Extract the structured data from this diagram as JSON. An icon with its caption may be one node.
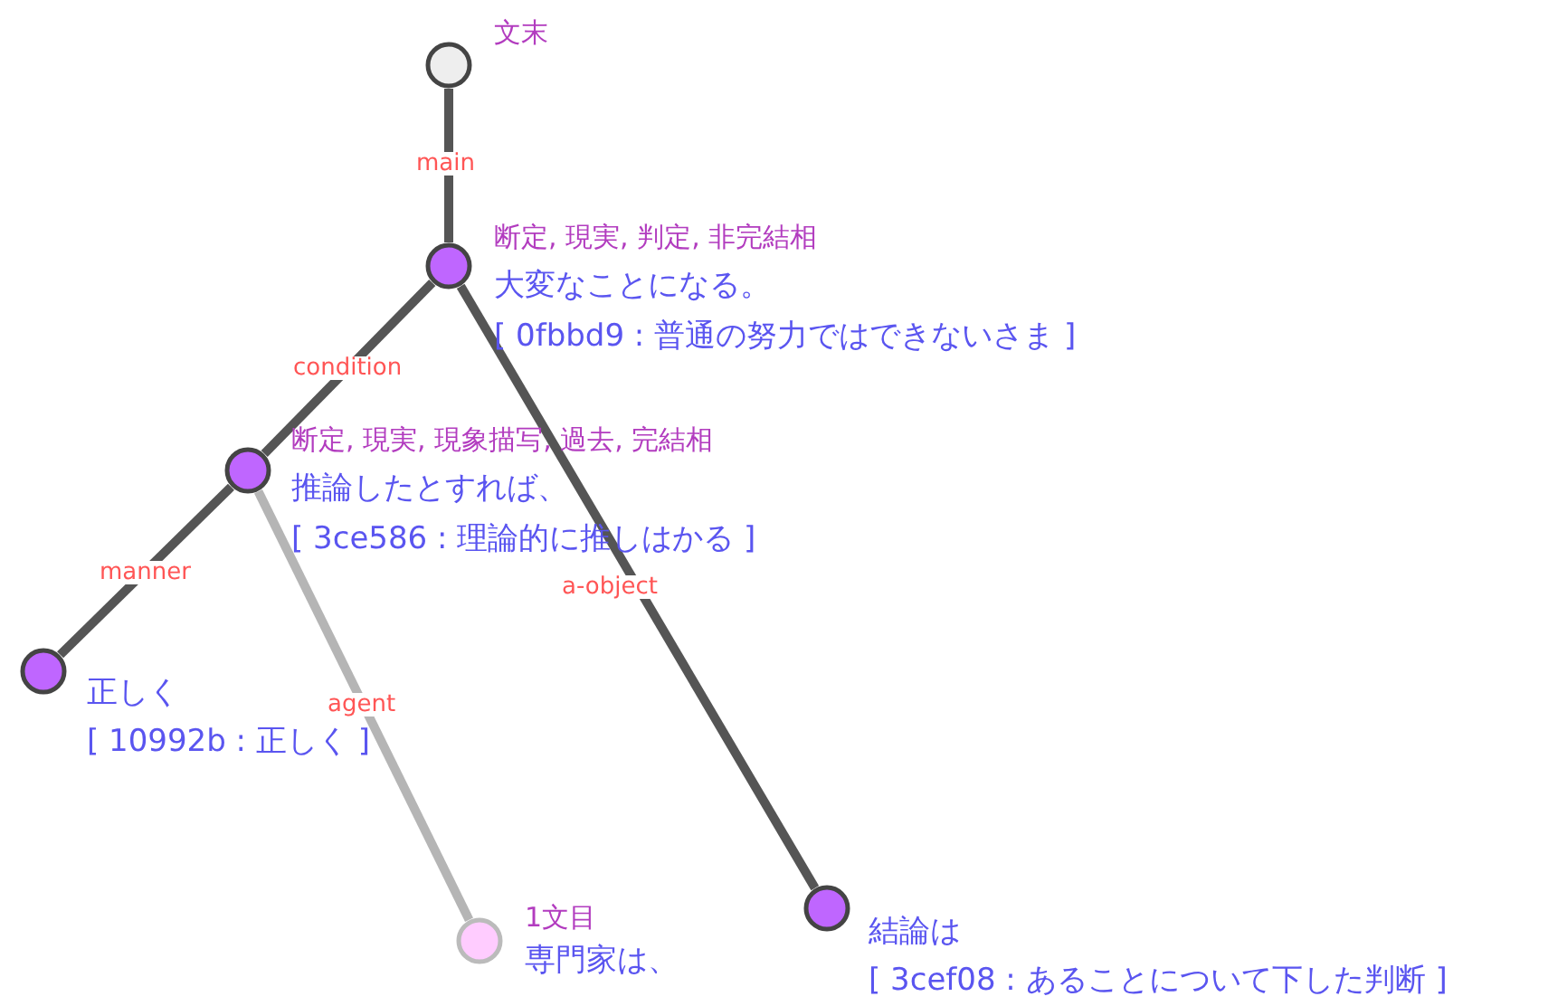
{
  "diagram": {
    "nodes": [
      {
        "text": [],
        "shape": "circle",
        "beside": [
          "文末"
        ]
      },
      {
        "text": [],
        "shape": "circle",
        "beside": [
          "断定, 現実, 判定, 非完結相",
          "大変なことになる。",
          "[ 0fbbd9 : 普通の努力ではできないさま ]"
        ]
      },
      {
        "text": [],
        "shape": "circle",
        "beside": [
          "断定, 現実, 現象描写, 過去, 完結相",
          "推論したとすれば、",
          "[ 3ce586 : 理論的に推しはかる ]"
        ]
      },
      {
        "text": [],
        "shape": "circle",
        "beside": [
          "正しく",
          "[ 10992b : 正しく ]"
        ]
      },
      {
        "text": [],
        "shape": "circle",
        "beside": [
          "1文目",
          "専門家は、"
        ]
      },
      {
        "text": [],
        "shape": "circle",
        "beside": [
          "結論は",
          "[ 3cef08 : あることについて下した判断 ]"
        ]
      }
    ],
    "edges": [
      {
        "from": 0,
        "to": 1,
        "arrow": "none",
        "label": "main"
      },
      {
        "from": 1,
        "to": 2,
        "arrow": "none",
        "label": "condition"
      },
      {
        "from": 2,
        "to": 3,
        "arrow": "none",
        "label": "manner"
      },
      {
        "from": 2,
        "to": 4,
        "arrow": "none",
        "label": "agent",
        "color": "#b5b5b5"
      },
      {
        "from": 1,
        "to": 5,
        "arrow": "none",
        "label": "a-object"
      }
    ]
  }
}
